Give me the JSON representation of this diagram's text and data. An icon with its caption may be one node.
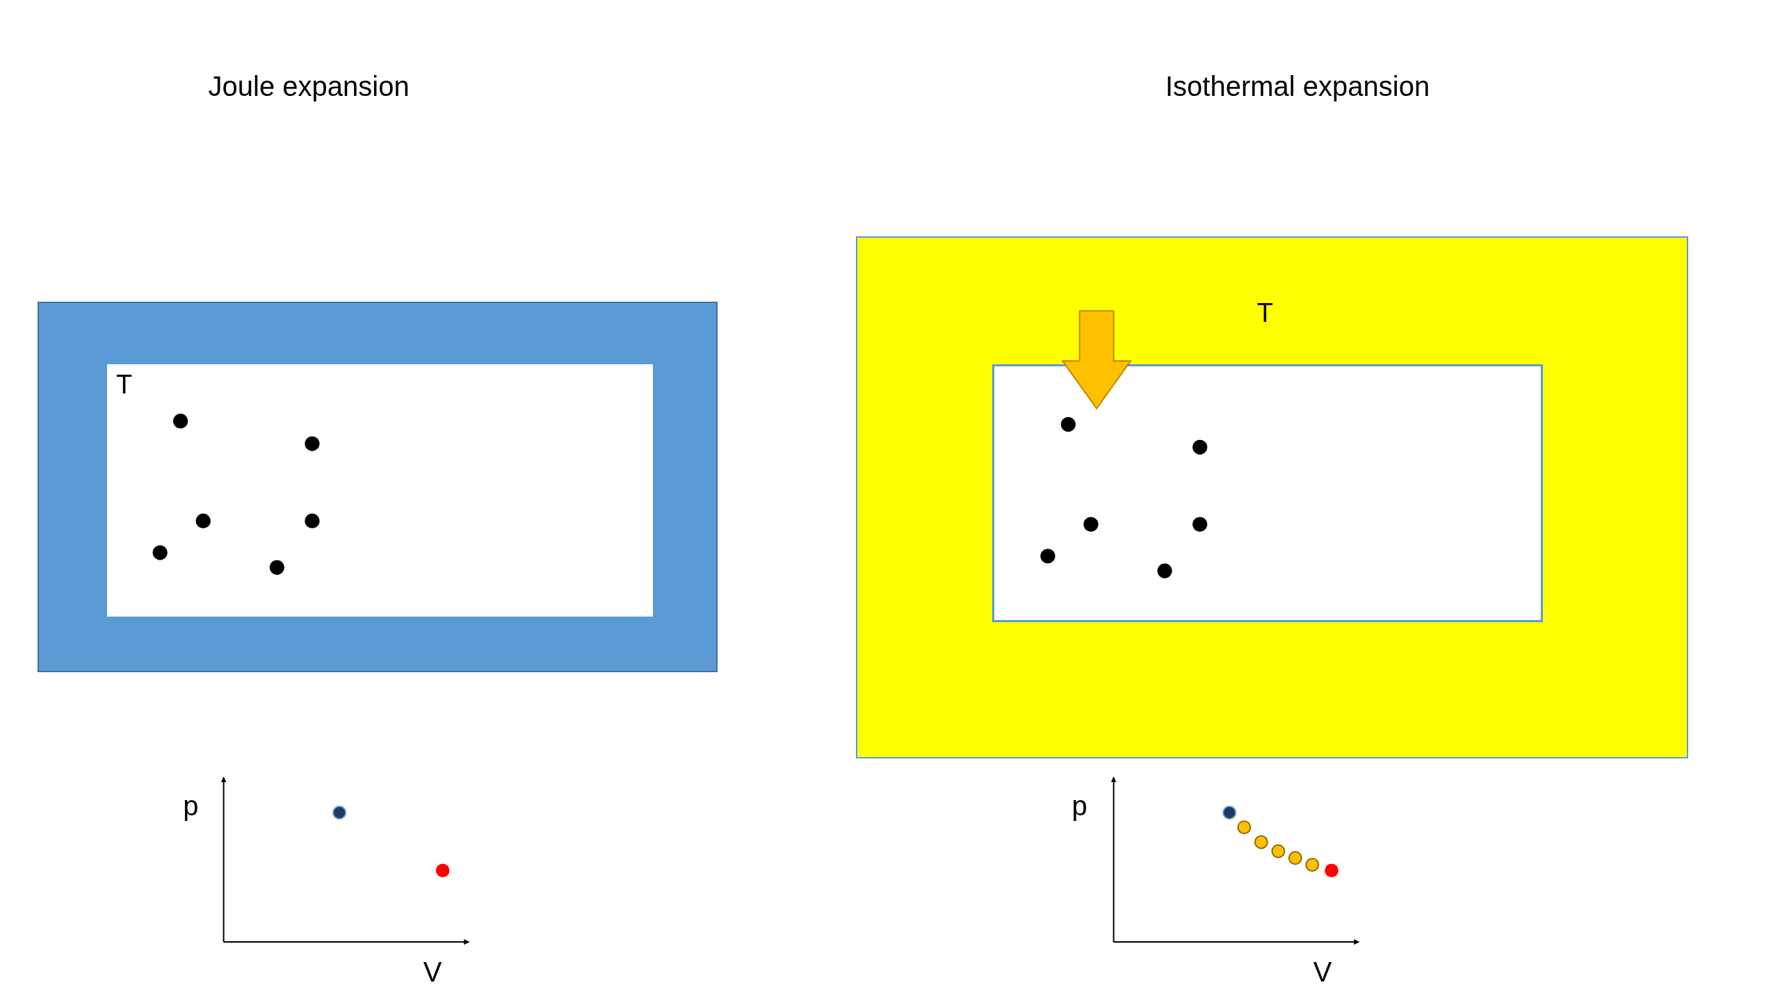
{
  "diagram": {
    "nodes": [
      {
        "text": [],
        "shape": "box"
      },
      {
        "text": [
          "T"
        ],
        "in": 0
      },
      {
        "text": [
          "T"
        ]
      },
      {
        "text": [],
        "shape": "box",
        "in": 2
      }
    ],
    "labels": [
      "Joule expansion",
      "Isothermal expansion",
      "p",
      "V",
      "p",
      "V"
    ]
  }
}
